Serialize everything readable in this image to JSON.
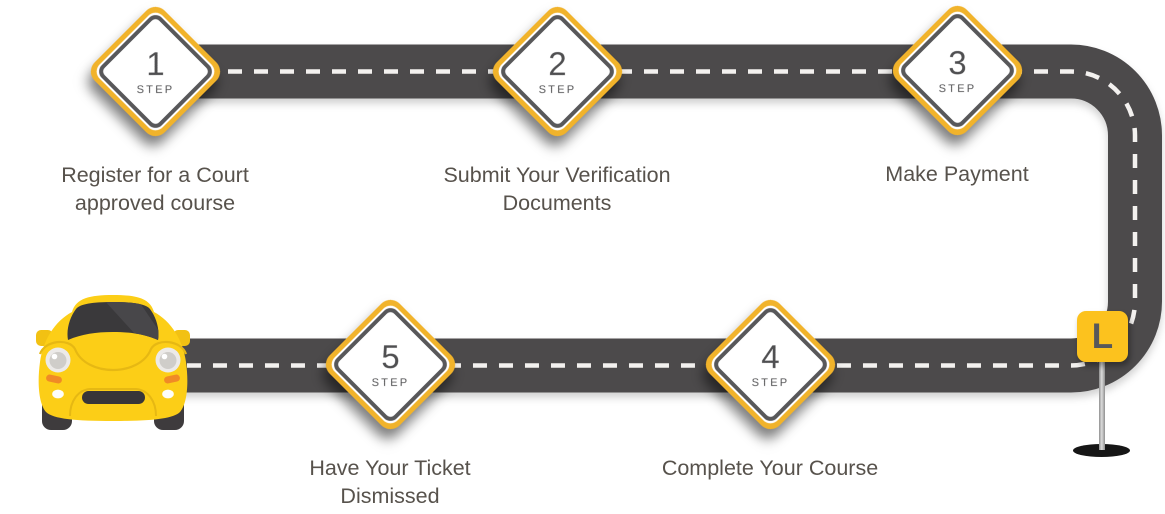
{
  "diagram": {
    "type": "roadmap-steps",
    "background": "#ffffff",
    "road_color": "#4c4a4b",
    "dash_color": "#f3f1ef",
    "sign_yellow": "#f1b32b",
    "sign_ring_gray": "#58585a",
    "sign_text_color": "#4f4f51",
    "caption_color": "#57524c",
    "end_sign_yellow": "#fcc21e",
    "car_color": "#fcce17"
  },
  "steps": [
    {
      "number": "1",
      "label": "STEP",
      "caption_line1": "Register for a Court",
      "caption_line2": "approved course"
    },
    {
      "number": "2",
      "label": "STEP",
      "caption_line1": "Submit Your Verification",
      "caption_line2": "Documents"
    },
    {
      "number": "3",
      "label": "STEP",
      "caption_line1": "Make Payment",
      "caption_line2": ""
    },
    {
      "number": "4",
      "label": "STEP",
      "caption_line1": "Complete Your Course",
      "caption_line2": ""
    },
    {
      "number": "5",
      "label": "STEP",
      "caption_line1": "Have Your Ticket",
      "caption_line2": "Dismissed"
    }
  ],
  "end_sign": {
    "label": "L"
  },
  "icons": {
    "car": "yellow-car-front-icon",
    "end_marker": "l-plate-sign-icon"
  }
}
